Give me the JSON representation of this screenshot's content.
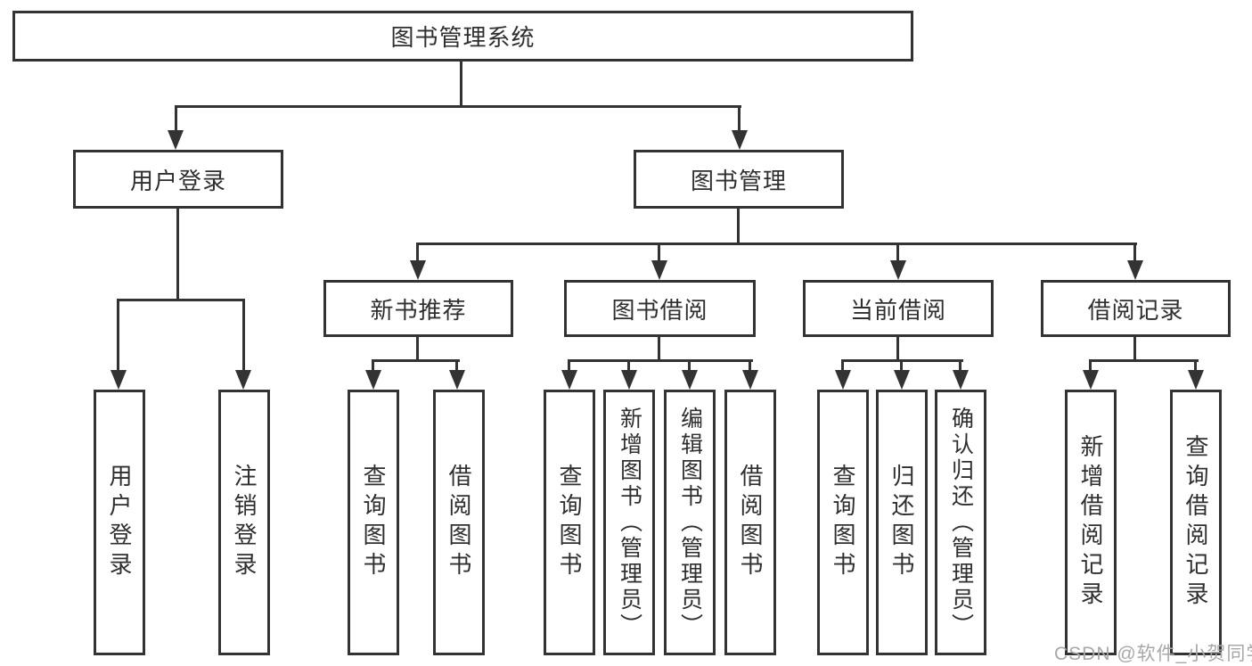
{
  "diagram": {
    "root": {
      "label": "图书管理系统"
    },
    "branches": [
      {
        "label": "用户登录",
        "children": [
          {
            "label": "用户登录"
          },
          {
            "label": "注销登录"
          }
        ]
      },
      {
        "label": "图书管理",
        "children": [
          {
            "label": "新书推荐",
            "children": [
              {
                "label": "查询图书"
              },
              {
                "label": "借阅图书"
              }
            ]
          },
          {
            "label": "图书借阅",
            "children": [
              {
                "label": "查询图书"
              },
              {
                "label": "新增图书（管理员）"
              },
              {
                "label": "编辑图书（管理员）"
              },
              {
                "label": "借阅图书"
              }
            ]
          },
          {
            "label": "当前借阅",
            "children": [
              {
                "label": "查询图书"
              },
              {
                "label": "归还图书"
              },
              {
                "label": "确认归还（管理员）"
              }
            ]
          },
          {
            "label": "借阅记录",
            "children": [
              {
                "label": "新增借阅记录"
              },
              {
                "label": "查询借阅记录"
              }
            ]
          }
        ]
      }
    ]
  },
  "watermark": "CSDN @软件_小贺同学",
  "colors": {
    "line": "#333333",
    "text": "#2f2f2f",
    "background": "#ffffff",
    "watermark": "#a8a8a8"
  }
}
